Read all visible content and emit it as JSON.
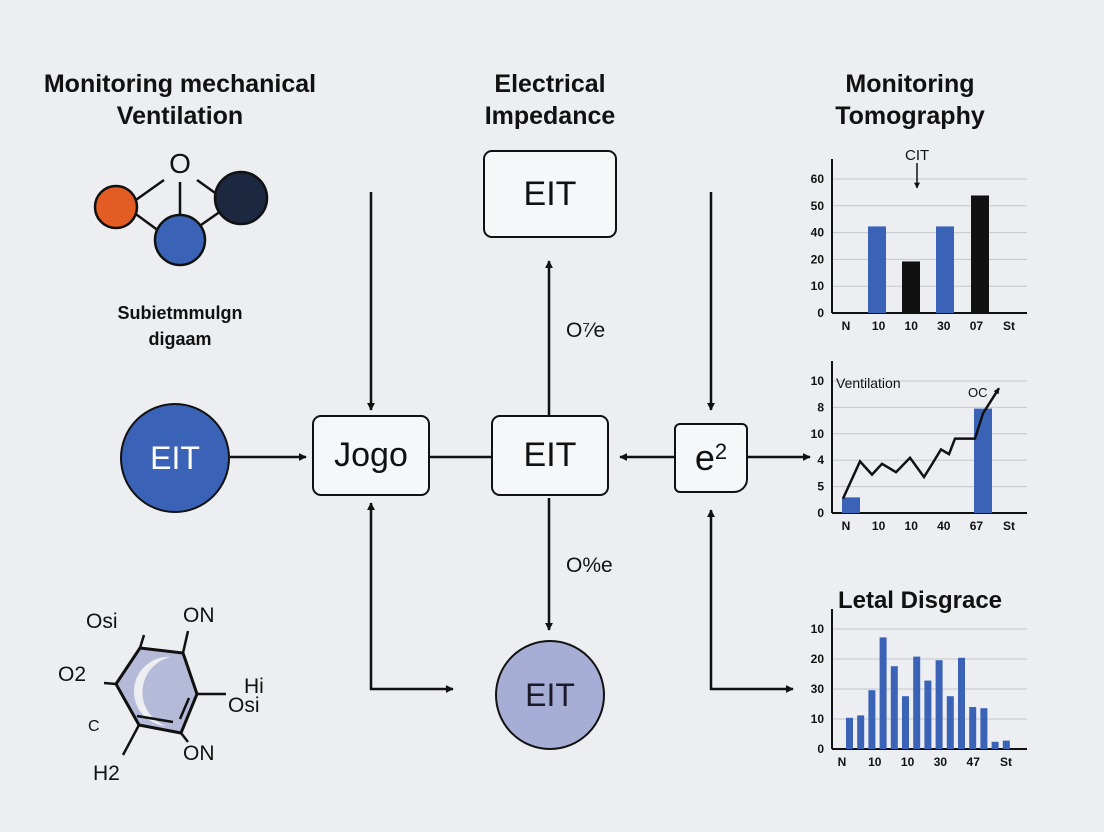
{
  "titles": {
    "left_line1": "Monitoring mechanical",
    "left_line2": "Ventilation",
    "center_line1": "Electrical",
    "center_line2": "Impedance",
    "right_line1": "Monitoring",
    "right_line2": "Tomography",
    "left_sub_line1": "Subietmmulgn",
    "left_sub_line2": "digaam"
  },
  "molecule_top": {
    "atom_label": "O"
  },
  "nodes": {
    "eit_top": "EIT",
    "eit_left_circle": "EIT",
    "jogo": "Jogo",
    "eit_center": "EIT",
    "e2_base": "e",
    "e2_exp": "2",
    "eit_bottom_circle": "EIT"
  },
  "edge_labels": {
    "up": "O⁷⁄e",
    "down": "O%e"
  },
  "molecule_bottom": {
    "o_si_top": "Osi",
    "o_n_top": "ON",
    "o2": "O2",
    "h_i": "Hi",
    "o_si_right": "Osi",
    "c": "C",
    "o_n_bottom": "ON",
    "h2": "H2"
  },
  "colors": {
    "blue": "#3a63b8",
    "orange": "#e35c24",
    "navy": "#1c2840",
    "lavender": "#a7aed6",
    "black": "#111111"
  },
  "chart_data": [
    {
      "type": "bar",
      "title": "",
      "annotation": "CIT",
      "y_ticks": [
        "60",
        "50",
        "40",
        "20",
        "10",
        "0"
      ],
      "x_ticks": [
        "N",
        "10",
        "10",
        "30",
        "07",
        "St"
      ],
      "values": [
        42,
        25,
        42,
        57
      ],
      "bar_colors": [
        "#3a63b8",
        "#111111",
        "#3a63b8",
        "#111111"
      ],
      "ylim": [
        0,
        65
      ],
      "grid": true
    },
    {
      "type": "line",
      "title": "Ventilation",
      "annotation": "OC",
      "y_ticks": [
        "10",
        "8",
        "10",
        "4",
        "5",
        "0"
      ],
      "x_ticks": [
        "N",
        "10",
        "10",
        "40",
        "67",
        "St"
      ],
      "line_values": [
        1.2,
        4.3,
        3.2,
        4.1,
        3.4,
        4.6,
        3.0,
        4.2,
        5.3,
        4.9,
        6.2,
        6.2,
        8.3,
        10.4
      ],
      "bars": [
        {
          "index": 0,
          "value": 1.3
        },
        {
          "index": 11,
          "value": 8.7
        }
      ],
      "ylim": [
        0,
        11
      ],
      "grid": true
    },
    {
      "type": "bar",
      "title": "Letal Disgrace",
      "y_ticks": [
        "10",
        "20",
        "30",
        "10",
        "0"
      ],
      "x_ticks": [
        "N",
        "10",
        "10",
        "30",
        "47",
        "St"
      ],
      "values": [
        26,
        28,
        49,
        93,
        69,
        44,
        77,
        57,
        74,
        44,
        76,
        35,
        34,
        6,
        7
      ],
      "ylim": [
        0,
        100
      ],
      "grid": true
    }
  ]
}
